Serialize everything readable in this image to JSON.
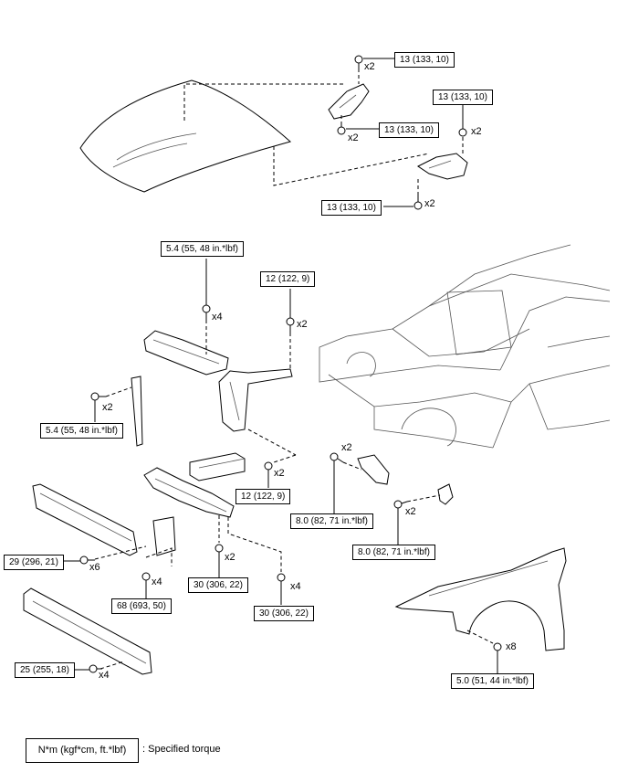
{
  "torque_labels": [
    "13 (133, 10)",
    "13 (133, 10)",
    "13 (133, 10)",
    "13 (133, 10)",
    "5.4 (55, 48 in.*lbf)",
    "12 (122, 9)",
    "5.4 (55, 48 in.*lbf)",
    "12 (122, 9)",
    "8.0 (82, 71 in.*lbf)",
    "8.0 (82, 71 in.*lbf)",
    "29 (296, 21)",
    "30 (306, 22)",
    "68 (693, 50)",
    "30 (306, 22)",
    "25 (255, 18)",
    "5.0 (51, 44 in.*lbf)"
  ],
  "quantities": [
    "x2",
    "x2",
    "x2",
    "x2",
    "x4",
    "x2",
    "x2",
    "x2",
    "x2",
    "x2",
    "x6",
    "x4",
    "x2",
    "x4",
    "x4",
    "x8"
  ],
  "legend": {
    "box_text": "N*m (kgf*cm, ft.*lbf)",
    "description": ": Specified torque"
  }
}
